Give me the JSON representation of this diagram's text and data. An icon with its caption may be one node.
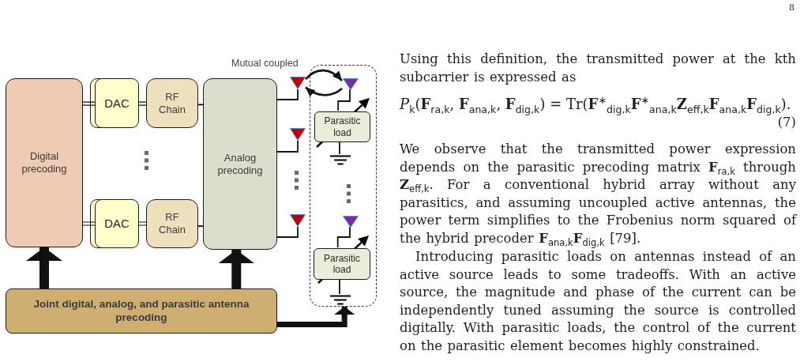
{
  "diagram": {
    "nodes": [
      {
        "text": [
          "Digital precoding"
        ]
      },
      {
        "text": [
          "DAC"
        ]
      },
      {
        "text": [
          "RF Chain"
        ]
      },
      {
        "text": [
          "DAC"
        ]
      },
      {
        "text": [
          "RF Chain"
        ]
      },
      {
        "text": [
          "Analog precoding"
        ]
      },
      {
        "text": [],
        "shape": "triangle"
      },
      {
        "text": [],
        "shape": "triangle"
      },
      {
        "text": [],
        "shape": "triangle"
      },
      {
        "text": [],
        "shape": "box"
      },
      {
        "text": [],
        "shape": "triangle",
        "in": 9
      },
      {
        "text": [
          "Parasitic load"
        ],
        "in": 9
      },
      {
        "text": [],
        "shape": "ground",
        "in": 9
      },
      {
        "text": [],
        "shape": "triangle",
        "in": 9
      },
      {
        "text": [
          "Parasitic load"
        ],
        "in": 9
      },
      {
        "text": [],
        "shape": "ground",
        "in": 9
      },
      {
        "text": [
          "Joint digital, analog, and parasitic antenna precoding"
        ]
      }
    ],
    "edges": [
      {
        "from": 0,
        "to": 1,
        "arrow": "none"
      },
      {
        "from": 1,
        "to": 2,
        "arrow": "none"
      },
      {
        "from": 2,
        "to": 5,
        "arrow": "none"
      },
      {
        "from": 0,
        "to": 3,
        "arrow": "none"
      },
      {
        "from": 3,
        "to": 4,
        "arrow": "none"
      },
      {
        "from": 4,
        "to": 5,
        "arrow": "none"
      },
      {
        "from": 5,
        "to": 6,
        "arrow": "none"
      },
      {
        "from": 5,
        "to": 7,
        "arrow": "none"
      },
      {
        "from": 5,
        "to": 8,
        "arrow": "none"
      },
      {
        "from": 6,
        "to": 10,
        "arrow": "to"
      },
      {
        "from": 10,
        "to": 6,
        "arrow": "to"
      },
      {
        "from": 10,
        "to": 11,
        "arrow": "none"
      },
      {
        "from": 11,
        "to": 12,
        "arrow": "none"
      },
      {
        "from": 13,
        "to": 14,
        "arrow": "none"
      },
      {
        "from": 14,
        "to": 15,
        "arrow": "none"
      },
      {
        "from": 16,
        "to": 0,
        "arrow": "to",
        "style": "thick"
      },
      {
        "from": 16,
        "to": 5,
        "arrow": "to",
        "style": "thick"
      },
      {
        "from": 16,
        "to": 9,
        "arrow": "to",
        "style": "thick"
      }
    ],
    "labels": [
      "8",
      "Mutual coupled",
      "Using this definition, the transmitted power at the kth subcarrier is expressed as",
      "*P*$_{k}$(**F**$_{ra,k}$, **F**$_{ana,k}$, **F**$_{dig,k}$) = Tr(**F**$^{∗}$$_{dig,k}$**F**$^{∗}$$_{ana,k}$**Z**$_{eff,k}$**F**$_{ana,k}$**F**$_{dig,k}$).",
      "(7)",
      "We observe that the transmitted power expression depends on the parasitic precoding matrix **F**$_{ra,k}$ through **Z**$_{eff,k}$. For a conventional hybrid array without any parasitics, and assuming uncoupled active antennas, the power term simplifies to the Frobenius norm squared of the hybrid precoder **F**$_{ana,k}$**F**$_{dig,k}$ [79].",
      "Introducing parasitic loads on antennas instead of an active source leads to some tradeoffs. With an active source, the magnitude and phase of the current can be independently tuned assuming the source is controlled digitally. With parasitic loads, the control of the current on the parasitic element becomes highly constrained."
    ]
  }
}
